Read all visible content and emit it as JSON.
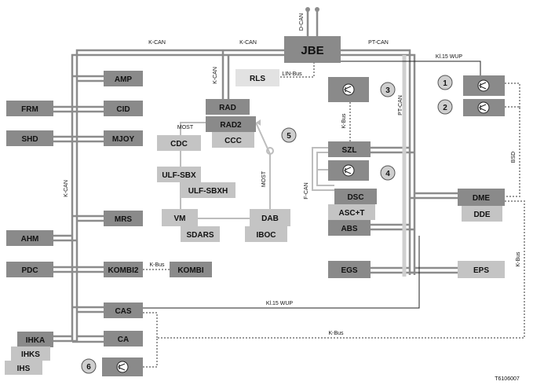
{
  "diagram": {
    "figure_id": "T6106007",
    "modules": {
      "jbe": "JBE",
      "rls": "RLS",
      "amp": "AMP",
      "frm": "FRM",
      "cid": "CID",
      "shd": "SHD",
      "mjoy": "MJOY",
      "rad": "RAD",
      "rad2": "RAD2",
      "ccc": "CCC",
      "cdc": "CDC",
      "ulf_sbx": "ULF-SBX",
      "ulf_sbxh": "ULF-SBXH",
      "vm": "VM",
      "dab": "DAB",
      "sdars": "SDARS",
      "iboc": "IBOC",
      "mrs": "MRS",
      "ahm": "AHM",
      "pdc": "PDC",
      "kombi2": "KOMBI2",
      "kombi": "KOMBI",
      "cas": "CAS",
      "ihka": "IHKA",
      "ihks": "IHKS",
      "ihs": "IHS",
      "ca": "CA",
      "szl": "SZL",
      "dsc": "DSC",
      "asc_t": "ASC+T",
      "abs": "ABS",
      "egs": "EGS",
      "eps": "EPS",
      "dme": "DME",
      "dde": "DDE"
    },
    "bus_labels": {
      "kcan_top_left": "K-CAN",
      "kcan_top_mid": "K-CAN",
      "kcan_rad": "K-CAN",
      "kcan_left": "K-CAN",
      "dcan": "D-CAN",
      "ptcan_top": "PT-CAN",
      "ptcan_right": "PT-CAN",
      "lin_bus": "LIN-Bus",
      "kl15_top": "Kl.15 WUP",
      "kl15_bottom": "Kl.15 WUP",
      "most_top": "MOST",
      "most_right": "MOST",
      "kbus_szl": "K-Bus",
      "fcan": "F-CAN",
      "bsd": "BSD",
      "kbus_right": "K-Bus",
      "kbus_bottom": "K-Bus",
      "kbus_kombi": "K-Bus"
    },
    "callouts": [
      "1",
      "2",
      "3",
      "4",
      "5",
      "6"
    ],
    "colors": {
      "box_dark": "#8a8a8a",
      "box_light": "#c4c4c4",
      "line": "#8c8c8c",
      "line_light": "#bdbdbd",
      "dotted": "#9a9a9a",
      "callout": "#cfcfcf"
    }
  }
}
